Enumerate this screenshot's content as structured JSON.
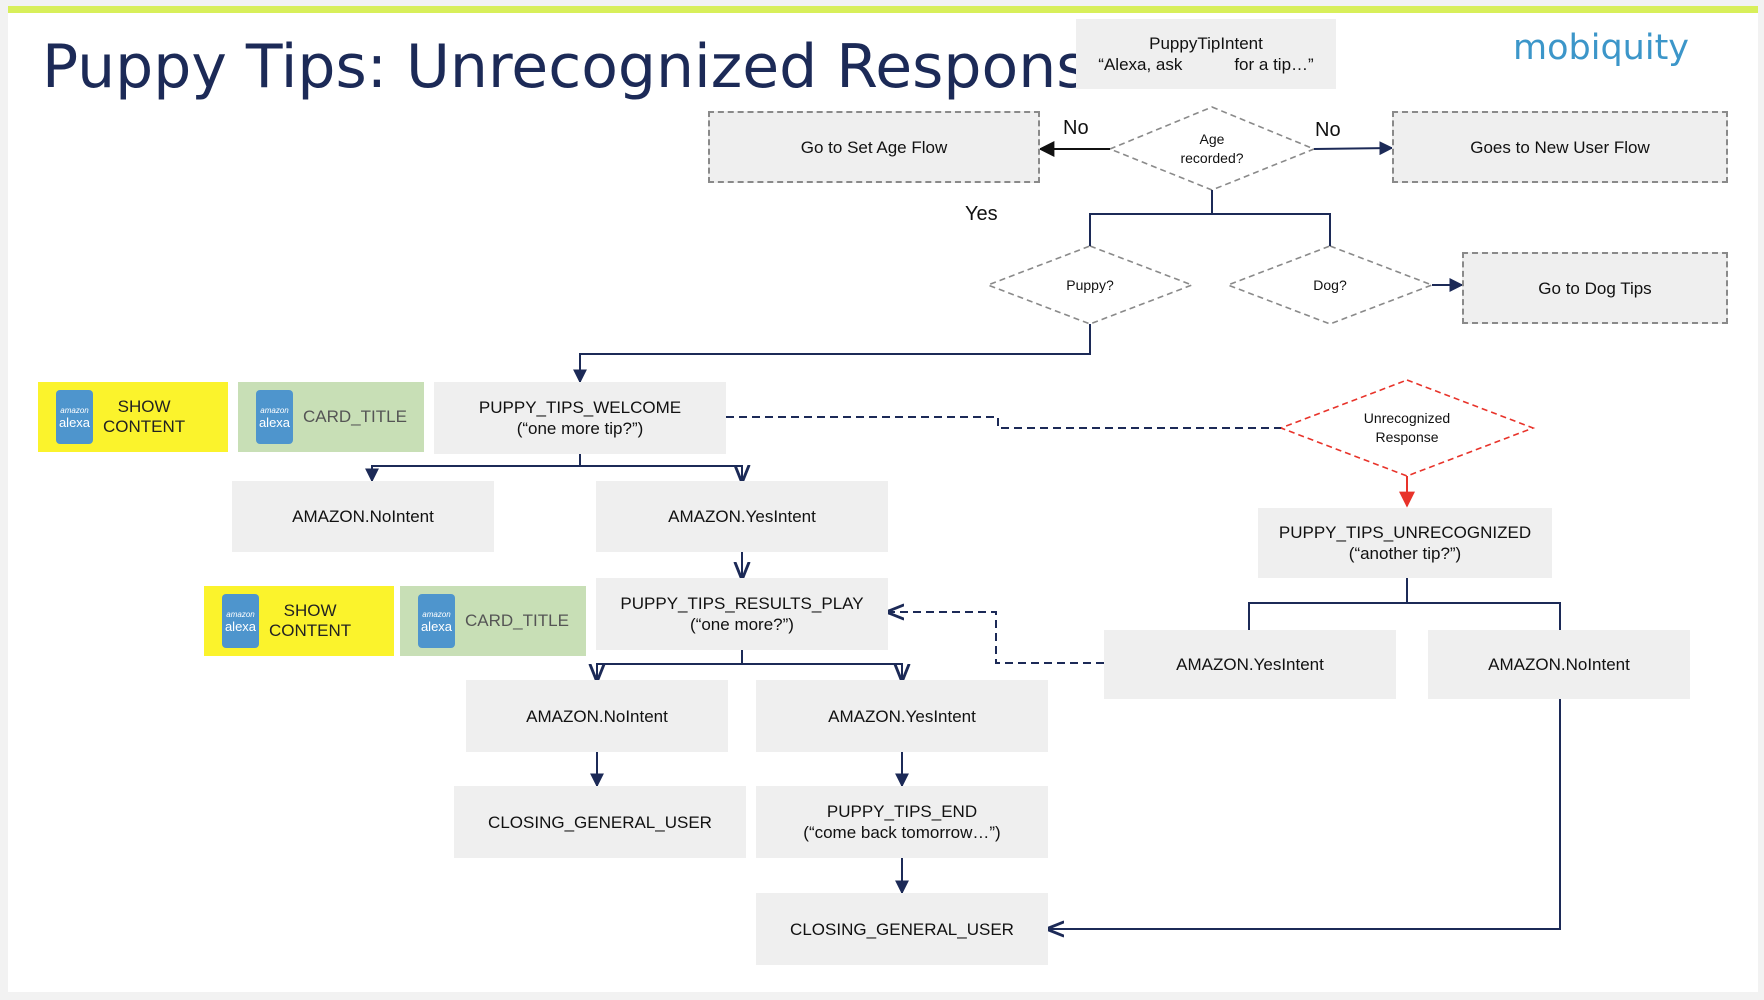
{
  "title": "Puppy Tips: Unrecognized Response",
  "logo": "mobiquity",
  "colors": {
    "accent_bar": "#d8ef5a",
    "title": "#1c2a57",
    "logo": "#3c96c9",
    "connector": "#1c2a57",
    "unrecognized": "#e8332a",
    "show_content_tag": "#fbf32c",
    "card_title_tag": "#c8dfb6",
    "alexa_icon": "#4e95cd"
  },
  "nodes": {
    "puppy_tip_intent": {
      "line1": "PuppyTipIntent",
      "line2": "“Alexa, ask           for a tip…”"
    },
    "age_recorded": {
      "line1": "Age",
      "line2": "recorded?"
    },
    "set_age_flow": "Go to Set Age Flow",
    "new_user_flow": "Goes to New User Flow",
    "puppy_decision": "Puppy?",
    "dog_decision": "Dog?",
    "dog_tips": "Go to Dog Tips",
    "welcome": {
      "line1": "PUPPY_TIPS_WELCOME",
      "line2": "(“one more tip?”)"
    },
    "unrecognized_decision": {
      "line1": "Unrecognized",
      "line2": "Response"
    },
    "no_intent_1": "AMAZON.NoIntent",
    "yes_intent_1": "AMAZON.YesIntent",
    "results_play": {
      "line1": "PUPPY_TIPS_RESULTS_PLAY",
      "line2": "(“one more?”)"
    },
    "unrecognized": {
      "line1": "PUPPY_TIPS_UNRECOGNIZED",
      "line2": "(“another tip?”)"
    },
    "yes_intent_unrec": "AMAZON.YesIntent",
    "no_intent_unrec": "AMAZON.NoIntent",
    "no_intent_2": "AMAZON.NoIntent",
    "yes_intent_2": "AMAZON.YesIntent",
    "closing_1": "CLOSING_GENERAL_USER",
    "tips_end": {
      "line1": "PUPPY_TIPS_END",
      "line2": "(“come back tomorrow…”)"
    },
    "closing_2": "CLOSING_GENERAL_USER"
  },
  "edge_labels": {
    "no_left": "No",
    "no_right": "No",
    "yes": "Yes"
  },
  "tags": {
    "alexa_icon_top": "amazon",
    "alexa_icon_bottom": "alexa",
    "show_content_1": {
      "line1": "SHOW",
      "line2": "CONTENT"
    },
    "card_title_1": "CARD_TITLE",
    "show_content_2": {
      "line1": "SHOW",
      "line2": "CONTENT"
    },
    "card_title_2": "CARD_TITLE"
  }
}
